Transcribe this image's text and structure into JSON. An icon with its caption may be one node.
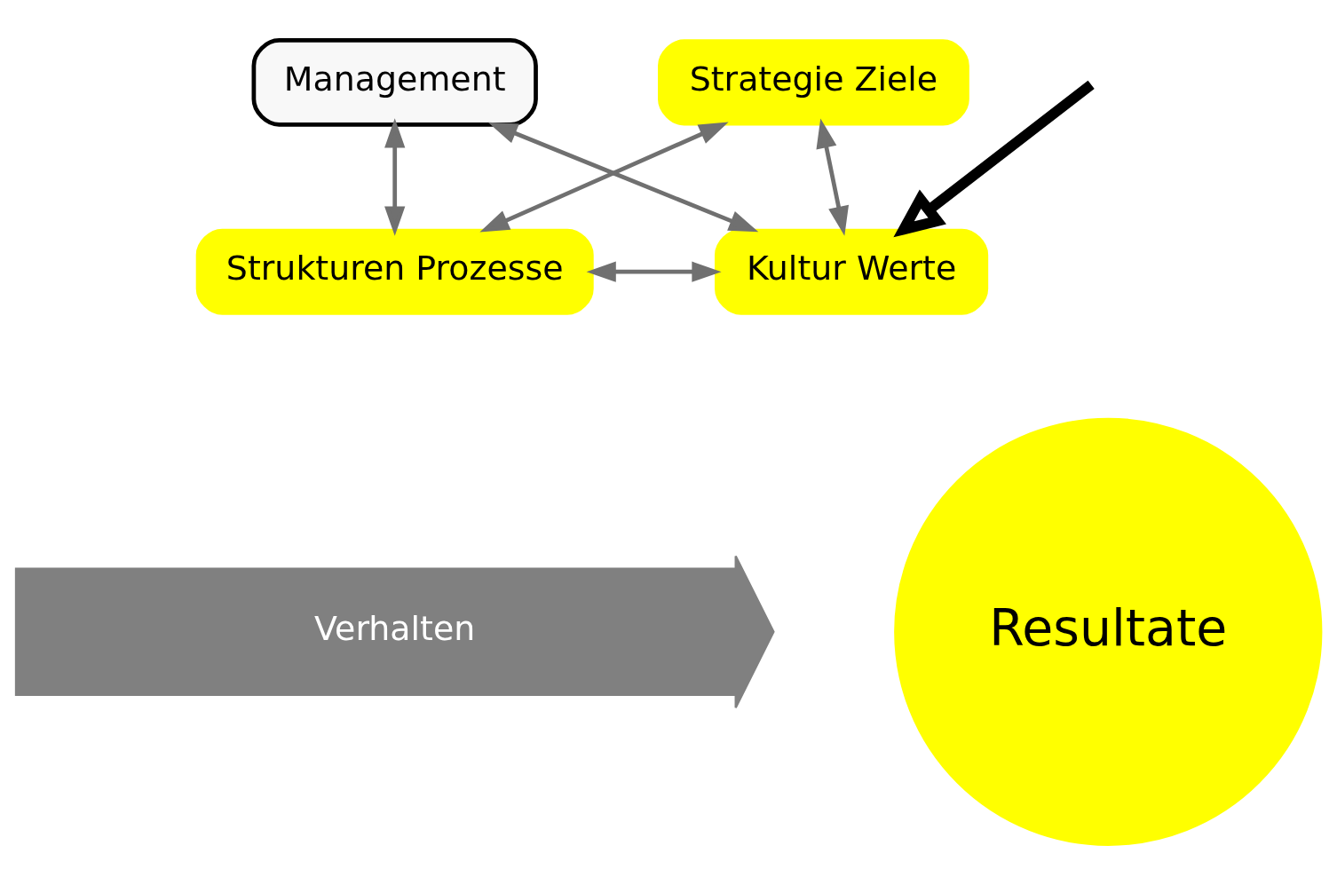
{
  "diagram": {
    "nodes": [
      {
        "text": [
          "Strategie Ziele"
        ]
      },
      {
        "text": [
          "Management"
        ]
      },
      {
        "text": [
          "Strukturen Prozesse"
        ]
      },
      {
        "text": [
          "Kultur Werte"
        ]
      },
      {
        "text": [
          "Verhalten"
        ]
      },
      {
        "text": [
          "Resultate"
        ]
      }
    ],
    "edges": [
      {
        "from": 0,
        "to": 2,
        "arrow": "both"
      },
      {
        "from": 0,
        "to": 3,
        "arrow": "both"
      },
      {
        "from": 1,
        "to": 2,
        "arrow": "both"
      },
      {
        "from": 1,
        "to": 3,
        "arrow": "both"
      },
      {
        "from": 2,
        "to": 3,
        "arrow": "both"
      },
      {
        "from": null,
        "to": 3,
        "arrow": "to",
        "style": "thick",
        "color": "#000000"
      }
    ]
  }
}
